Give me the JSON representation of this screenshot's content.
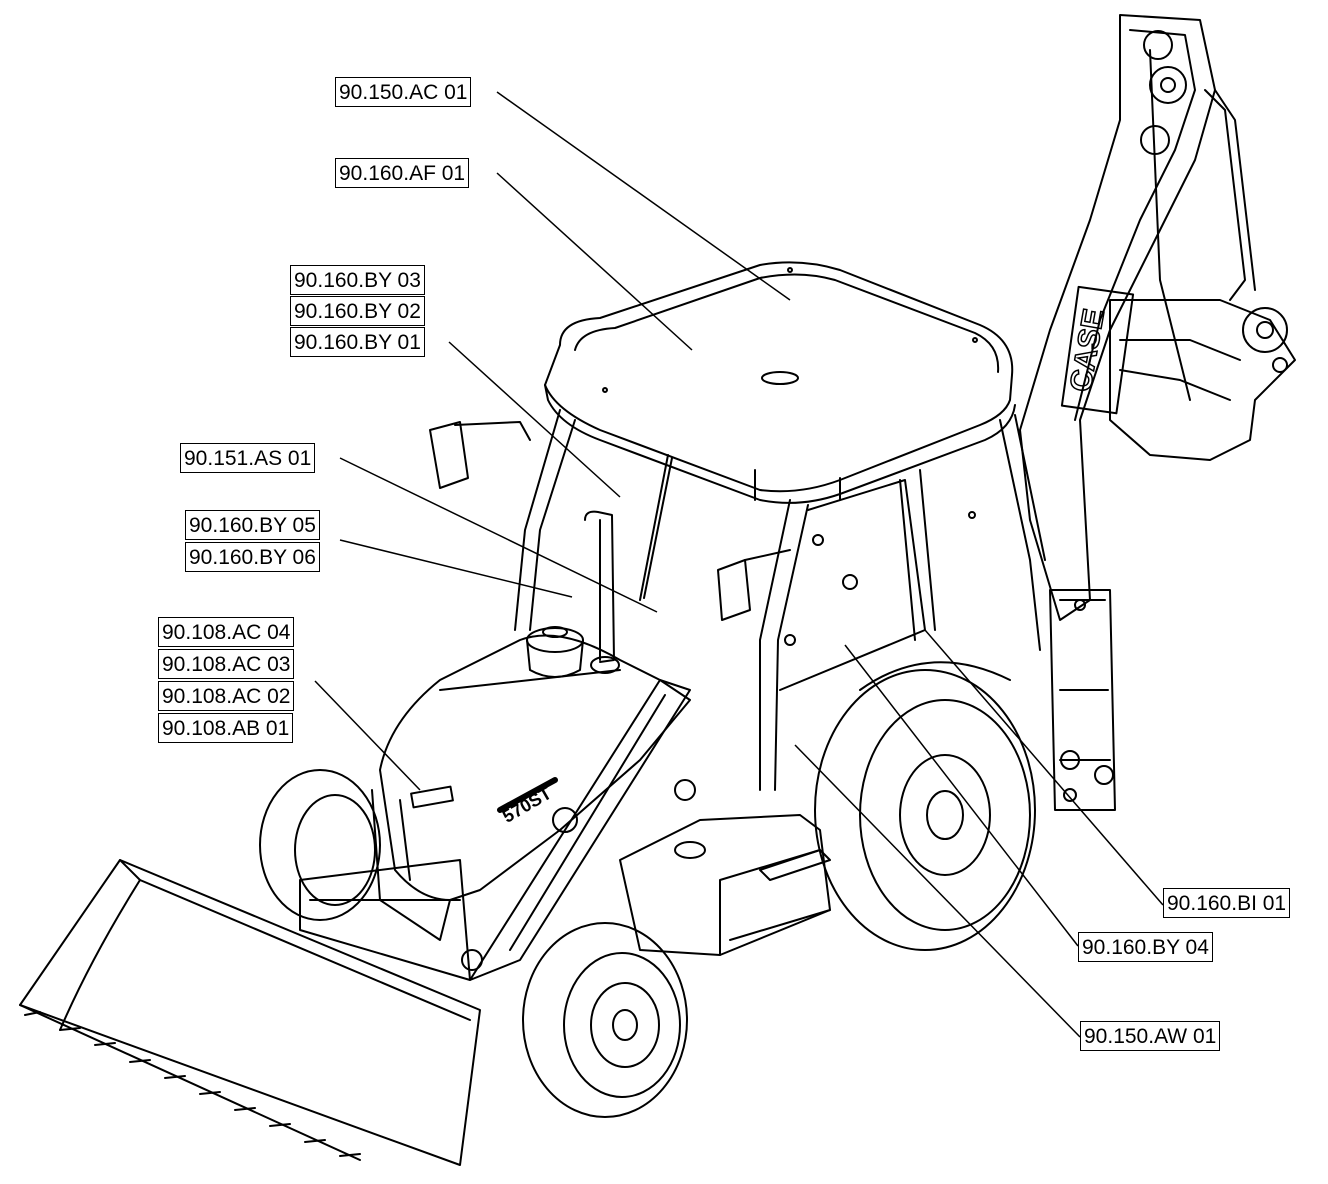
{
  "diagram": {
    "brand_mark": "CASE",
    "model_badge": "570ST",
    "callouts": {
      "c1": "90.150.AC 01",
      "c2": "90.160.AF 01",
      "c3": "90.160.BY 03",
      "c4": "90.160.BY 02",
      "c5": "90.160.BY 01",
      "c6": "90.151.AS 01",
      "c7": "90.160.BY 05",
      "c8": "90.160.BY 06",
      "c9": "90.108.AC 04",
      "c10": "90.108.AC 03",
      "c11": "90.108.AC 02",
      "c12": "90.108.AB 01",
      "c13": "90.160.BI 01",
      "c14": "90.160.BY 04",
      "c15": "90.150.AW 01"
    }
  }
}
